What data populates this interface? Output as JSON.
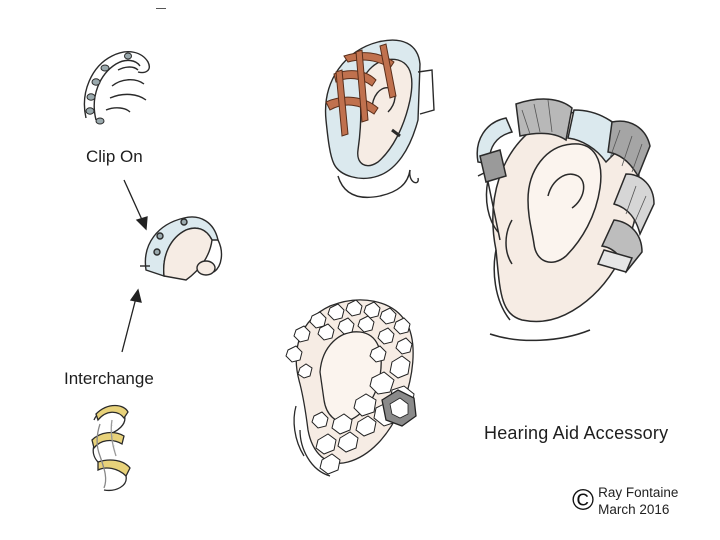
{
  "labels": {
    "clip_on": "Clip On",
    "interchange": "Interchange"
  },
  "title": "Hearing Aid Accessory",
  "credit": {
    "symbol": "©",
    "author": "Ray Fontaine",
    "date": "March 2016"
  },
  "palette": {
    "ink": "#2a2a2a",
    "skin": "#f6ece4",
    "pale_blue": "#dbe9ee",
    "copper": "#c0714e",
    "gold": "#e8d27a",
    "silver": "#c9c9c9",
    "gem_shadow": "#8a8a8a"
  }
}
